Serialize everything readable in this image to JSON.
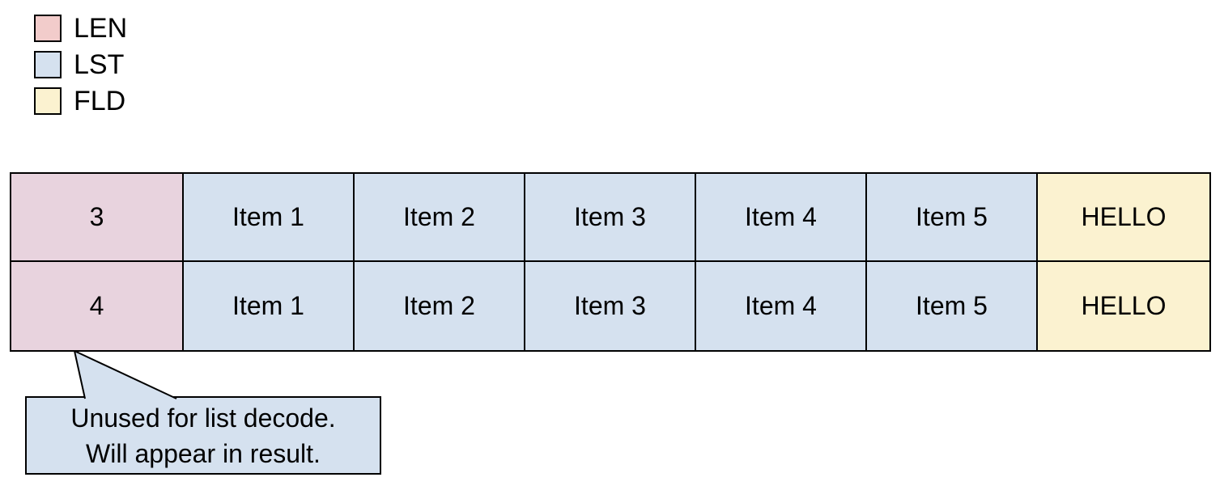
{
  "legend": {
    "items": [
      {
        "label": "LEN",
        "color": "#f2cccb"
      },
      {
        "label": "LST",
        "color": "#d5e1ef"
      },
      {
        "label": "FLD",
        "color": "#fbf2d0"
      }
    ]
  },
  "table": {
    "rows": [
      {
        "len": "3",
        "items": [
          "Item 1",
          "Item 2",
          "Item 3",
          "Item 4",
          "Item 5"
        ],
        "field": "HELLO"
      },
      {
        "len": "4",
        "items": [
          "Item 1",
          "Item 2",
          "Item 3",
          "Item 4",
          "Item 5"
        ],
        "field": "HELLO"
      }
    ],
    "colors": {
      "len_cell": "#e8d3de",
      "lst_cell": "#d5e1ef",
      "fld_cell": "#fbf2d0",
      "border": "#000000"
    }
  },
  "callout": {
    "line1": "Unused for list decode.",
    "line2": "Will appear in result.",
    "color": "#d5e1ef"
  }
}
